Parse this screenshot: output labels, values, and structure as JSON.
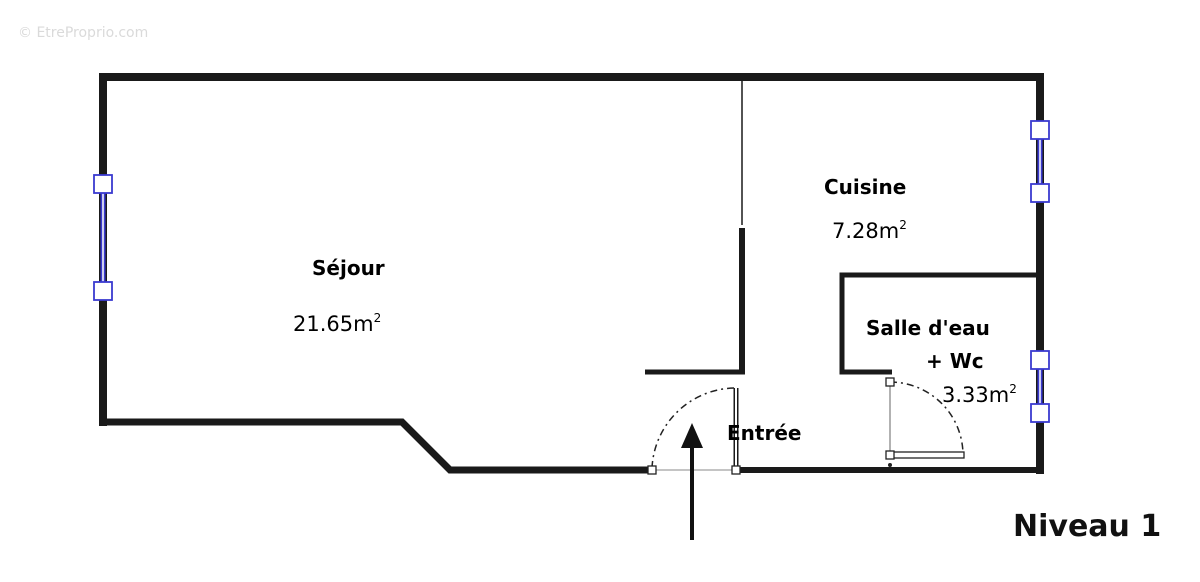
{
  "watermark": "© EtreProprio.com",
  "rooms": {
    "sejour": {
      "name": "Séjour",
      "area": "21.65m",
      "unit_sup": "2"
    },
    "cuisine": {
      "name": "Cuisine",
      "area": "7.28m",
      "unit_sup": "2"
    },
    "salle": {
      "name": "Salle d'eau",
      "name2": "+ Wc",
      "area": "3.33m",
      "unit_sup": "2"
    },
    "entree": {
      "name": "Entrée"
    }
  },
  "level_label": "Niveau 1",
  "colors": {
    "wall": "#1a1a1a",
    "window": "#3a3ad0",
    "window_fill": "#ffffff"
  }
}
